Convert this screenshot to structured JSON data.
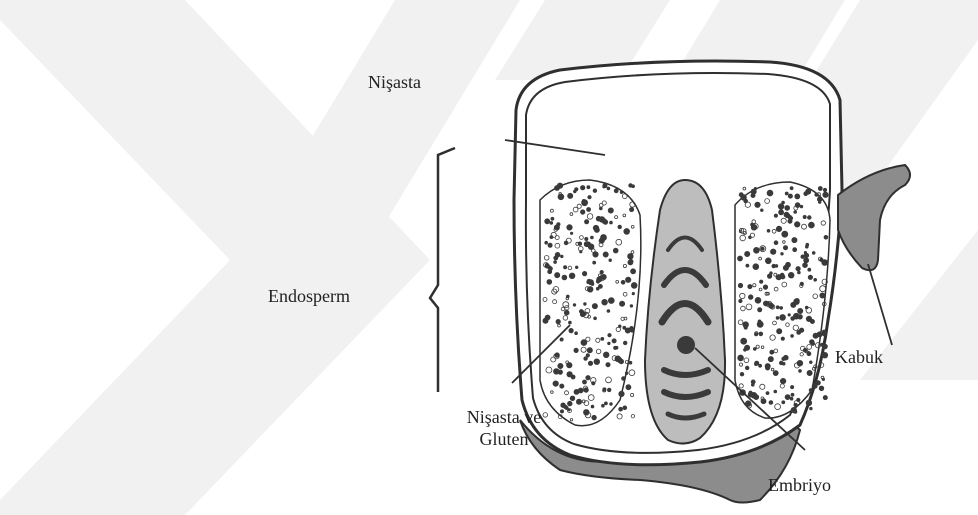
{
  "labels": {
    "nisasta": "Nişasta",
    "endosperm": "Endosperm",
    "kabuk": "Kabuk",
    "nisasta_gluten_line1": "Nişasta ve",
    "nisasta_gluten_line2": "Gluten",
    "embriyo": "Embriyo"
  },
  "colors": {
    "background": "#ffffff",
    "watermark": "#f1f1f1",
    "outline": "#2f2f2f",
    "shell_fill": "#8c8c8c",
    "embryo_fill": "#bdbdbd",
    "embryo_bands": "#3a3a3a",
    "dots": "#3a3a3a",
    "text": "#222222"
  }
}
